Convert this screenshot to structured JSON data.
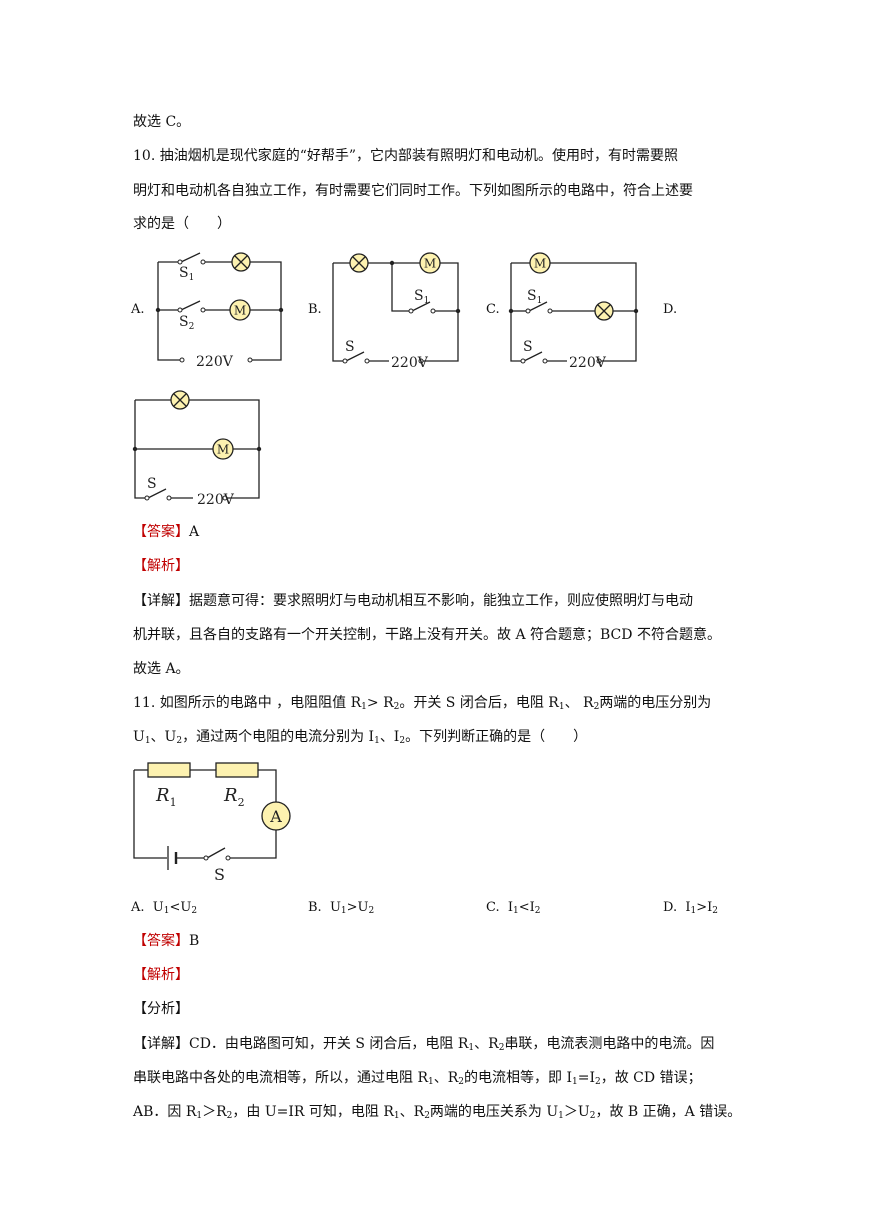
{
  "q9_tail": "故选 C。",
  "q10": {
    "stem_1": "10. 抽油烟机是现代家庭的“好帮手”，它内部装有照明灯和电动机。使用时，有时需要照",
    "stem_2": "明灯和电动机各自独立工作，有时需要它们同时工作。下列如图所示的电路中，符合上述要",
    "stem_3": "求的是（　　）",
    "options": [
      "A.",
      "B.",
      "C.",
      "D."
    ],
    "circuit": {
      "switch_1": "S",
      "switch_1_sub": "1",
      "switch_2": "S",
      "switch_2_sub": "2",
      "switch_main": "S",
      "motor": "M",
      "voltage": "220V"
    },
    "answer_label": "【答案】",
    "answer_value": "A",
    "analysis_label": "【解析】",
    "detail_label": "【详解】",
    "detail_1": "据题意可得：要求照明灯与电动机相互不影响，能独立工作，则应使照明灯与电动",
    "detail_2": "机并联，且各自的支路有一个开关控制，干路上没有开关。故 A 符合题意；BCD 不符合题意。",
    "conclusion": "故选 A。"
  },
  "q11": {
    "stem_a": "11. 如图所示的电路中 ，电阻阻值 R",
    "stem_b": "> R",
    "stem_c": "。开关 S 闭合后，电阻 R",
    "stem_d": "、 R",
    "stem_e": "两端的电压分别为",
    "stem2_a": "U",
    "stem2_b": "、U",
    "stem2_c": "，通过两个电阻的电流分别为 I",
    "stem2_d": "、I",
    "stem2_e": "。下列判断正确的是（　　）",
    "sub1": "1",
    "sub2": "2",
    "circuit": {
      "r1": "R",
      "r2": "R",
      "sub1": "1",
      "sub2": "2",
      "ammeter": "A",
      "switch": "S"
    },
    "options": [
      {
        "letter": "A.",
        "a": "U",
        "op": "<U"
      },
      {
        "letter": "B.",
        "a": "U",
        "op": ">U"
      },
      {
        "letter": "C.",
        "a": "I",
        "op": "<I"
      },
      {
        "letter": "D.",
        "a": "I",
        "op": ">I"
      }
    ],
    "answer_label": "【答案】",
    "answer_value": "B",
    "analysis_label": "【解析】",
    "analysis_sub_label": "【分析】",
    "detail_label": "【详解】",
    "d1_a": "CD．由电路图可知，开关 S 闭合后，电阻 R",
    "d1_b": "、R",
    "d1_c": "串联，电流表测电路中的电流。因",
    "d2_a": "串联电路中各处的电流相等，所以，通过电阻 R",
    "d2_b": "、R",
    "d2_c": "的电流相等，即 I",
    "d2_d": "=I",
    "d2_e": "，故 CD 错误；",
    "d3_a": "AB．因 R",
    "d3_b": "＞R",
    "d3_c": "，由 U=IR 可知，电阻 R",
    "d3_d": "、R",
    "d3_e": "两端的电压关系为 U",
    "d3_f": "＞U",
    "d3_g": "，故 B 正确，A 错误。"
  },
  "colors": {
    "red": "#c00000",
    "lamp_fill": "#fdf2b0",
    "wire": "#222222"
  }
}
